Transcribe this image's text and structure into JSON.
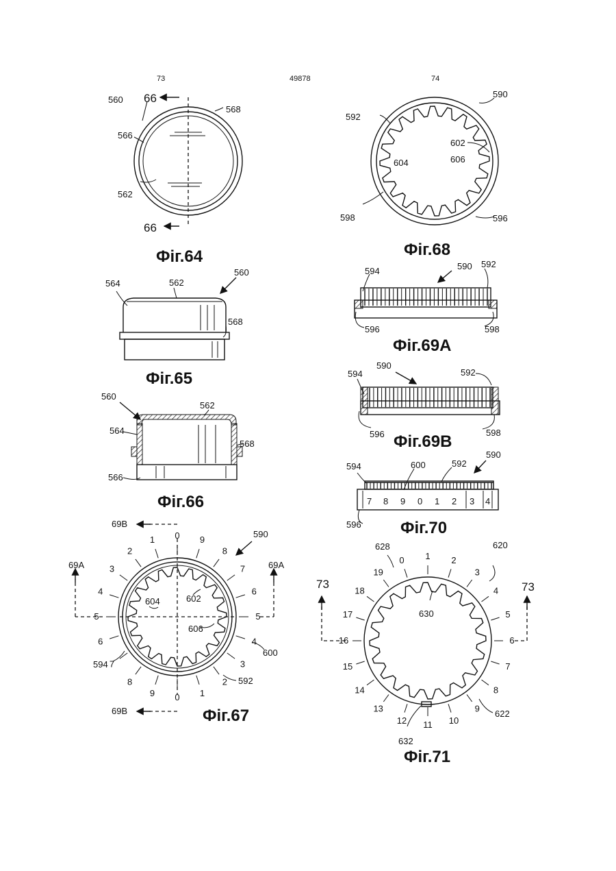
{
  "header": {
    "left": "73",
    "center": "49878",
    "right": "74"
  },
  "fig64": {
    "caption": "Фiг.64",
    "section_top": "66",
    "section_bottom": "66",
    "refs": [
      "560",
      "568",
      "566",
      "562"
    ]
  },
  "fig68": {
    "caption": "Фiг.68",
    "refs": [
      "590",
      "592",
      "602",
      "606",
      "604",
      "598",
      "596"
    ]
  },
  "fig65": {
    "caption": "Фiг.65",
    "refs": [
      "564",
      "562",
      "560",
      "568"
    ]
  },
  "fig69a": {
    "caption": "Фiг.69A",
    "refs": [
      "594",
      "590",
      "592",
      "596",
      "598"
    ]
  },
  "fig66": {
    "caption": "Фiг.66",
    "refs": [
      "560",
      "562",
      "564",
      "568",
      "566"
    ]
  },
  "fig69b": {
    "caption": "Фiг.69B",
    "refs": [
      "590",
      "594",
      "592",
      "596",
      "598"
    ]
  },
  "fig70": {
    "caption": "Фiг.70",
    "refs": [
      "594",
      "600",
      "592",
      "590",
      "596"
    ],
    "scale_digits": [
      "7",
      "8",
      "9",
      "0",
      "1",
      "2",
      "3",
      "4"
    ]
  },
  "fig67": {
    "caption": "Фiг.67",
    "section_a_left": "69A",
    "section_a_right": "69A",
    "section_b_top": "69B",
    "section_b_bottom": "69B",
    "refs": [
      "590",
      "604",
      "602",
      "606",
      "600",
      "594",
      "592"
    ],
    "dial_right": [
      "0",
      "9",
      "8",
      "7",
      "6",
      "5",
      "4",
      "3",
      "2",
      "1",
      "0"
    ],
    "dial_left": [
      "1",
      "2",
      "3",
      "4",
      "5",
      "6",
      "7",
      "8",
      "9"
    ]
  },
  "fig71": {
    "caption": "Фiг.71",
    "section_left": "73",
    "section_right": "73",
    "refs": [
      "628",
      "620",
      "630",
      "622",
      "632"
    ],
    "dial": [
      "0",
      "1",
      "2",
      "3",
      "4",
      "5",
      "6",
      "7",
      "8",
      "9",
      "10",
      "11",
      "12",
      "13",
      "14",
      "15",
      "16",
      "17",
      "18",
      "19"
    ]
  }
}
